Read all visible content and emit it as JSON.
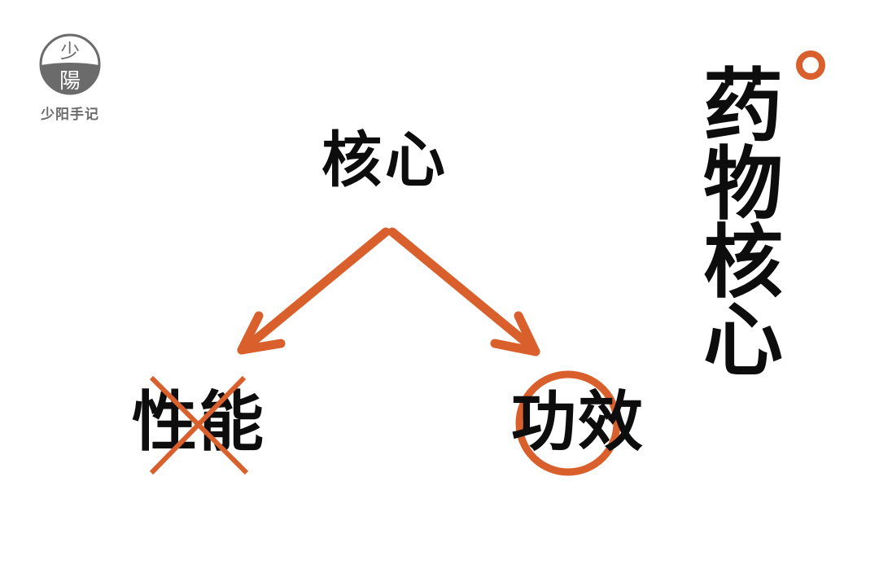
{
  "logo": {
    "seal_top": "少",
    "seal_bottom": "陽",
    "caption": "少阳手记"
  },
  "diagram": {
    "root": "核心",
    "left_branch": {
      "label": "性能",
      "mark": "cross-out"
    },
    "right_branch": {
      "label": "功效",
      "mark": "circled"
    }
  },
  "side_title": {
    "chars": [
      "药",
      "物",
      "核",
      "心"
    ],
    "decoration": "circle-dot"
  },
  "colors": {
    "accent": "#D9602C",
    "text": "#0D0D0D",
    "logo_gray": "#6B6B6B",
    "background": "#FFFFFF"
  }
}
